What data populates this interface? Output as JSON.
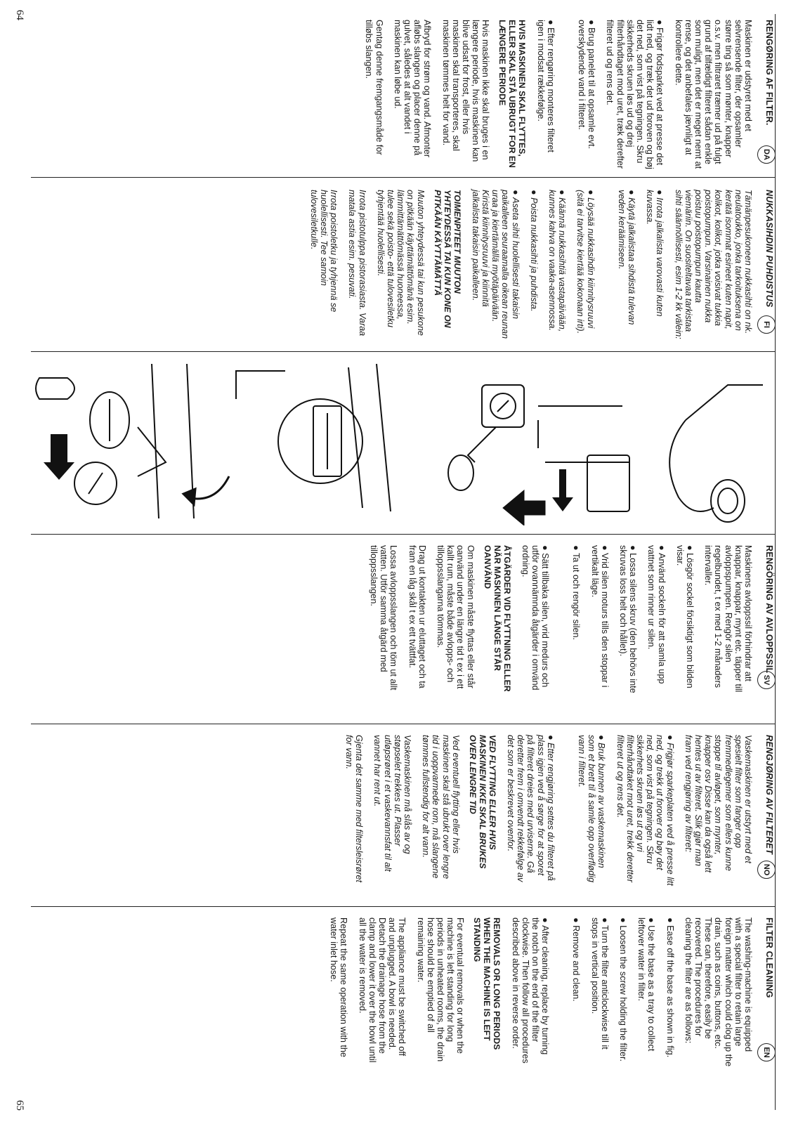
{
  "page_numbers": {
    "left": "64",
    "right": "65"
  },
  "sections": {
    "da": {
      "badge": "DA",
      "title": "RENGØRING AF FILTER.",
      "col1": [
        "Maskinen er udstyret med et selvrensende filter, der opsamler større ting så som mønter, knapper o.s.v. men filtraret træmer ud på fulgt grund af tilfældigt filteret sådan enkle som muligt, men det er meget nemt at rense, og det anbefales jævnligt at kontrollere dette.",
        "Frigør fodsparket ved at presse det lidt ned, og træk det ud foroven og bøj det ned, som vist på tegningen. Skru sikkerheds skruen løs ud og drej filterhåndtaget mod uret, træk derefter filteret ud og rens det.",
        "Brug panelet til at opsamle evt. overskydende vand i filteret."
      ],
      "col2": [
        "Efter rengøring monteres filteret igen i modsat rækkefølge.",
        "HVIS MASKINEN SKAL FLYTTES, ELLER SKAL STÅ UBRUGT FOR EN LÆNGERE PERIODE",
        "Hvis maskinen ikke skal bruges i en længere periode, hvis maskinen kan blive udsat for frost, eller hvis maskinen skal transporteres, skal maskinen tømmes helt for vand.",
        "Afbryd for strøm og vand. Afmonter afløbs slangen og placer denne på gulvet, således at alt vandet i maskinen kan løbe ud.",
        "Gentag denne fremgangsmåde for tilløbs slangen."
      ]
    },
    "fi": {
      "badge": "FI",
      "title": "NUKKASIHDIN PUHDISTUS",
      "col1": [
        "Tämänpesukoneen nukkasihti on nk. neulatoukko, jonka tarkoituksena on kerätä isommat esineet kuten napit, kolikot, kolikot, jotka voisivat tukkia poistopumpun. Varsinainen nukka poistuu poistopumpun kautta viemäriin. On suositeltavaa tarkistaa sihti säännöllisesti, esim 1-2 kk välein:",
        "Irrota jalkalista varovasti kuten kuvassa.",
        "Käytä jalkalistaa sihdistä tulevan veden keräämiseen."
      ],
      "col2": [
        "Löysää nukkasihdin kiinnitysruuvi (sitä ei tarvitse kiertää kokonaan irti).",
        "Käännä nukkasihtiä vastapäivään, kunnes kahva on vaaka-asennossa.",
        "Poista nukkasihti ja puhdista.",
        "Aseta sihti huolellisesti takaisin paikalleen seuraamalla oikean reunan uraa ja kiertämällä myötäpäivään. Kiristä kiinnitysruuvi ja kiinnitä jalkalista takaisin paikalleen.",
        "TOIMENPITEET MUUTON YHTEYDESSÄ TAI KUN KONE ON PITKÄÄN KÄYTTÄMÄTTÄ",
        "Muuton yhteydessä tai kun pesukone on pitkään käyttämättömänä esim. lämmittämättömässä huoneessa, tulee sekä poisto- että tulovesiletku tyhjentää huolellisesti.",
        "Irrota pistotulppa pistorasiasta. Varaa matala astia esim. pesuvati.",
        "Irrota poistoletku ja tyhjennä se huolellisesti. Tee samoin tulovesiletkulle."
      ]
    },
    "sv": {
      "badge": "SV",
      "title": "RENGÖRING AV AVLOPPSSIL",
      "col1": [
        "Maskinens avloppssil förhindrar att knappar, knappar, mynt etc. täpper till avloppspumpen. Rengör silen regelbundet, t ex med 1-2 månaders intervaller.",
        "Lösgör sockel försiktigt som bilden visar.",
        "Använd sockeln för att samla upp vattnet som rinner ur silen.",
        "Lossa silens skruv (den behövs inte skruvas loss helt och hållet).",
        "Vrid silen moturs tills den stoppar i vertikalt läge.",
        "Ta ut och rengör silen."
      ],
      "col2": [
        "Sätt tillbaka silen, vrid medurs och utför ovannämnda åtgärder i omvänd ordning.",
        "ÅTGÄRDER VID FLYTTNING ELLER NÄR MASKINEN LÄNGE STÅR OANVÄND",
        "Om maskinen måste flyttas eller står oanvänd under en längre tid t ex i ett kallt rum, måste både avlopps- och tilloppsslangarna tömmas.",
        "Drag ut kontakten ur eluttaget och ta fram en låg skål t ex ett tvättfat.",
        "Lossa avloppsslangen och töm ut allt vatten. Utför samma åtgärd med tilloppsslangen."
      ]
    },
    "no": {
      "badge": "NO",
      "title": "RENGJØRING AV FILTERET",
      "col1": [
        "Vaskemaskinen er utstyrt med et spesielt filter som fanger opp fremmedlegemer som ellers kunne stoppe til avløpet, som mynter, knapper osv Disse kan da også lett hentes ut av filteret. Slik gjør man fram ved rengjøring av filteret:",
        "Frigjør sparkeplaten ved å presse litt ned, og trekk ut forover og bøy det ned, som vist på tegningen. Skru sikkerhets skruen løs ut og vri filterhåndtaket mot uret, trekk deretter filteret ut og rens det.",
        "Bruk bunnen av vaskemaskinen som et brett til å samle opp overflødig vann i filteret."
      ],
      "col2": [
        "Etter rengjøring settes du filteret på plass igjen ved å sørge for at sporet på filteret dreies med urviserne. Gå deretter frem i omvendt rekkefølge av det som er beskrevet ovenfor.",
        "VED FLYTTING ELLER HVIS MASKINEN IKKE SKAL BRUKES OVER LENGRE TID",
        "Ved eventuell flytting eller hvis maskinen skal stå ubrukt over lengre tid i uoppvarmede rom, må slangene tømmes fullstendig for alt vann.",
        "Vaskemaskinen må slås av og støpselet trekkes ut. Plasser utløpsrøret i et vaskevannsfat til alt vannet har rent ut.",
        "Gjenta det samme med filtersleisrøret for vann."
      ]
    },
    "en": {
      "badge": "EN",
      "title": "FILTER CLEANING",
      "col1": [
        "The washing-machine is equipped with a special filter to retain large foreign matter which could clog up the drain, such as coins, buttons, etc. These can, therefore, easily be recovered. The procedures for cleaning the filter are as follows:",
        "Ease off the base as shown in fig.",
        "Use the base as a tray to collect leftover water in filter.",
        "Loosen the screw holding the filter.",
        "Turn the filter anticlockwise till it stops in vertical position.",
        "Remove and clean."
      ],
      "col2": [
        "After cleaning, replace by turning the notch on the end of the filter clockwise. Then follow all procedures described above in reverse order.",
        "REMOVALS OR LONG PERIODS WHEN THE MACHINE IS LEFT STANDING",
        "For eventual removals or when the machine is left standing for long periods in unheated rooms, the drain hose should be emptied of all remaining water.",
        "The appliance must be switched off and unplugged. A bowl is needed. Detach the drainage hose from the clamp and lower it over the bowl until all the water is removed.",
        "Repeat the same operation with the water inlet hose."
      ]
    }
  }
}
